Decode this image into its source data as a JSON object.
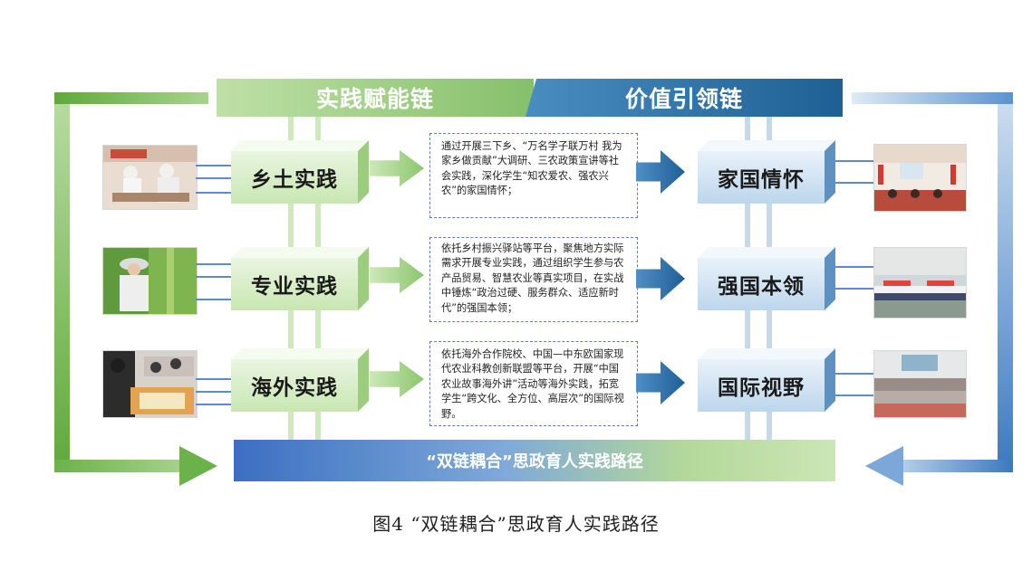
{
  "header": {
    "left_label": "实践赋能链",
    "right_label": "价值引领链"
  },
  "rows": [
    {
      "practice": "乡土实践",
      "value": "家国情怀",
      "text": "通过开展三下乡、“万名学子联万村 我为家乡做贡献”大调研、三农政策宣讲等社会实践，深化学生“知农爱农、强农兴农”的家国情怀；"
    },
    {
      "practice": "专业实践",
      "value": "强国本领",
      "text": "依托乡村振兴驿站等平台，聚焦地方实际需求开展专业实践，通过组织学生参与农产品贸易、智慧农业等真实项目，在实战中锤炼“政治过硬、服务群众、适应新时代”的强国本领；"
    },
    {
      "practice": "海外实践",
      "value": "国际视野",
      "text": "依托海外合作院校、中国—中东欧国家现代农业科教创新联盟等平台，开展“中国农业故事海外讲”活动等海外实践，拓宽学生“跨文化、全方位、高层次”的国际视野。"
    }
  ],
  "bottom_label": "“双链耦合”思政育人实践路径",
  "caption": "图4 “双链耦合”思政育人实践路径",
  "colors": {
    "green_accent": "#8bc66d",
    "blue_accent": "#1f5f96",
    "dashed_border": "#5b7fc6"
  },
  "icons": [
    "photo-left-1",
    "photo-left-2",
    "photo-left-3",
    "photo-right-1",
    "photo-right-2",
    "photo-right-3"
  ]
}
